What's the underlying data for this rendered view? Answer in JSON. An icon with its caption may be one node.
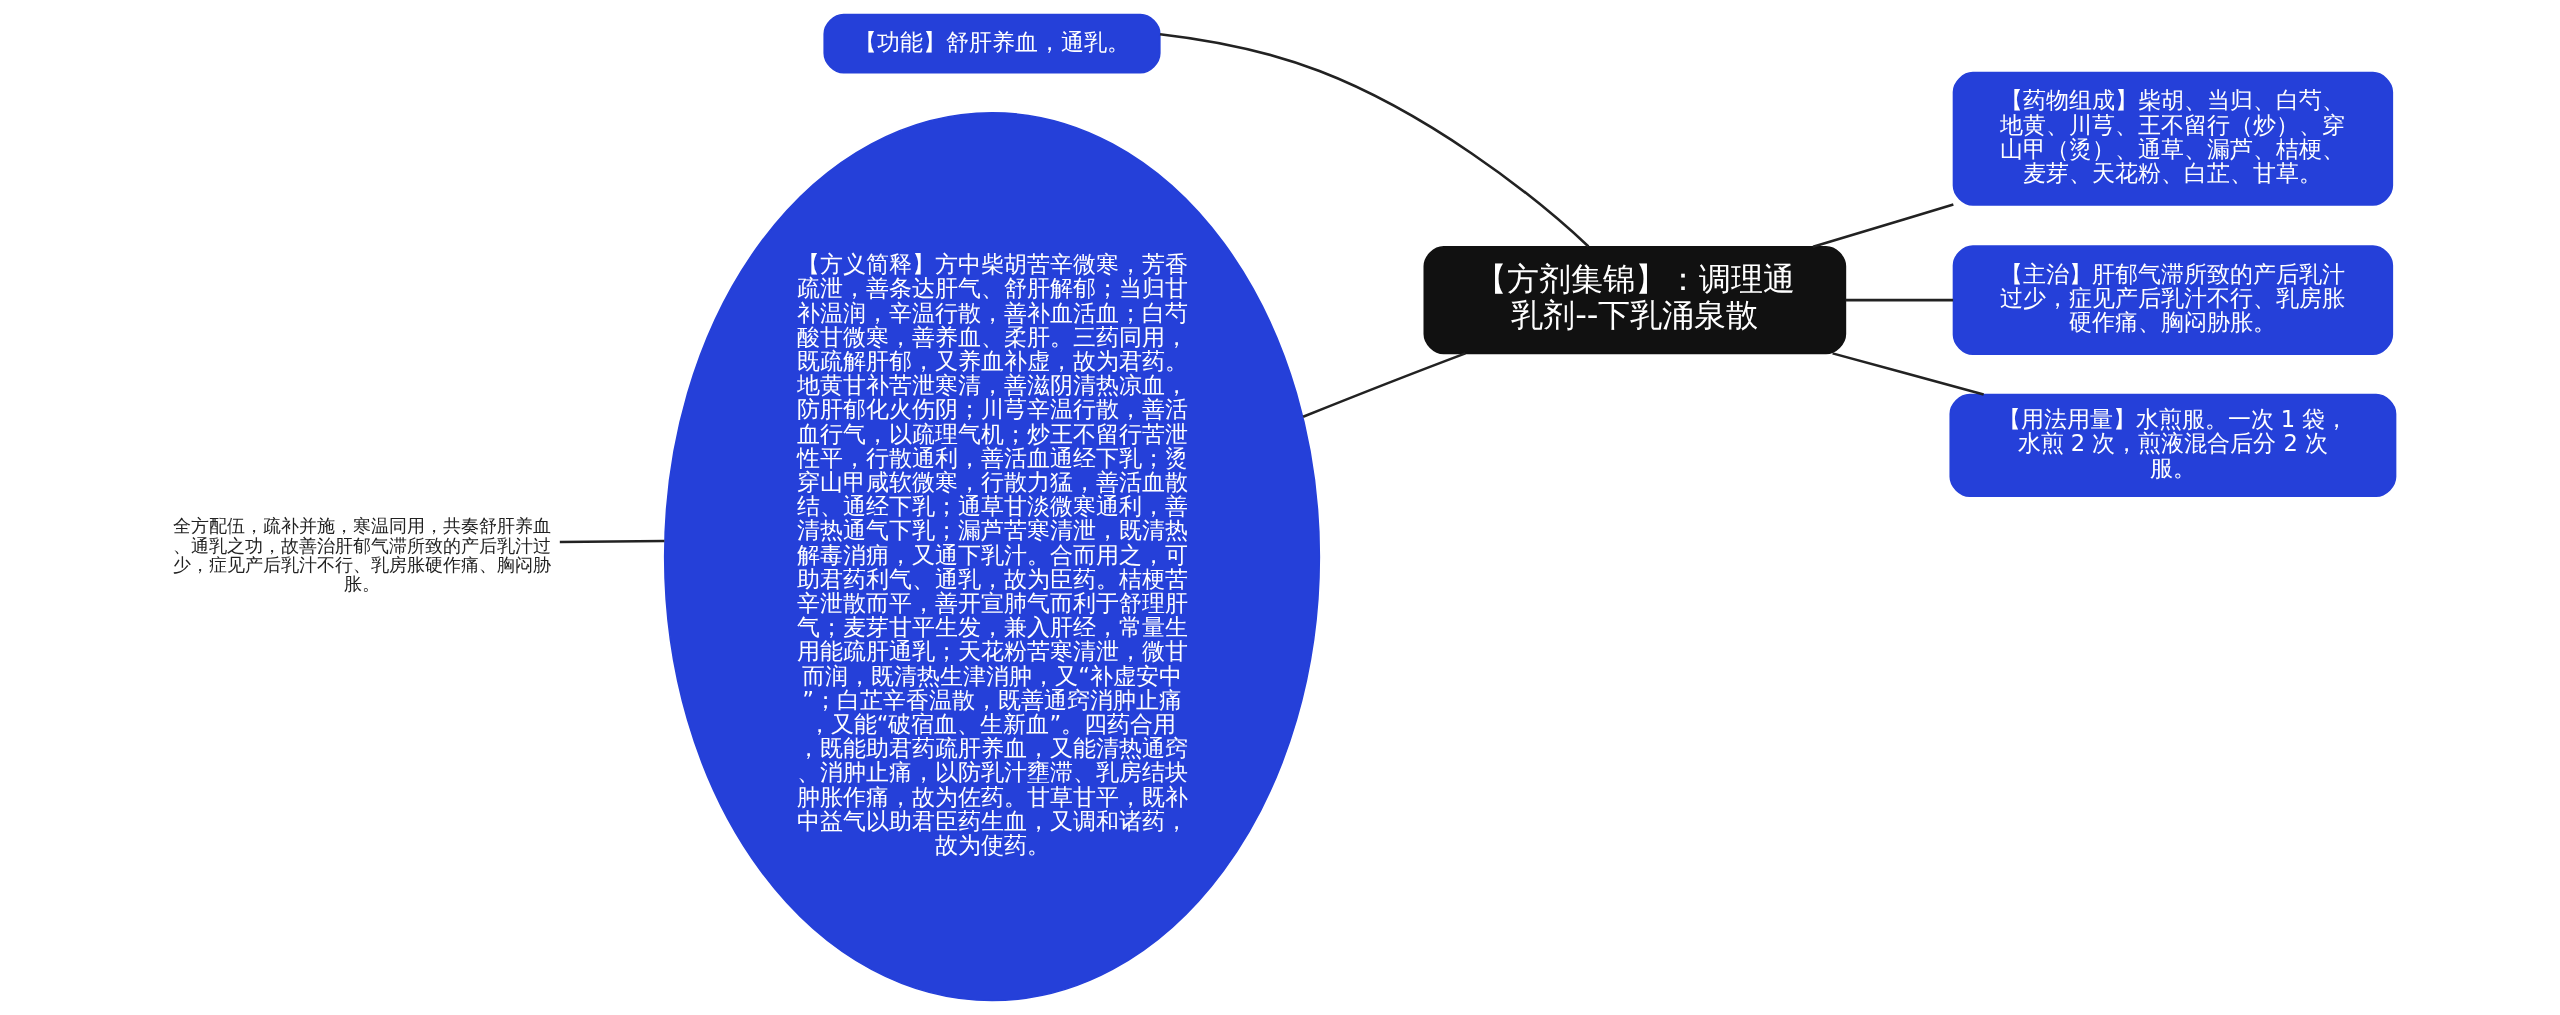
{
  "diagram": {
    "nodes": [
      {
        "text": [
          "【方剂集锦】：调理通乳剂--下乳涌泉散"
        ]
      },
      {
        "text": [
          "【功能】舒肝养血，通乳。"
        ]
      },
      {
        "text": [
          "【药物组成】柴胡、当归、白芍、地黄、川芎、王不留行（炒）、穿山甲（烫）、通草、漏芦、桔梗、麦芽、天花粉、白芷、甘草。"
        ]
      },
      {
        "text": [
          "【主治】肝郁气滞所致的产后乳汁过少，症见产后乳汁不行、乳房胀硬作痛、胸闷胁胀。"
        ]
      },
      {
        "text": [
          "【用法用量】水煎服。一次 1 袋，水煎 2 次，煎液混合后分 2 次服。"
        ]
      },
      {
        "text": [
          "【方义简释】方中柴胡苦辛微寒，芳香疏泄，善条达肝气、舒肝解郁；当归甘补温润，辛温行散，善补血活血；白芍酸甘微寒，善养血、柔肝。三药同用，既疏解肝郁，又养血补虚，故为君药。地黄甘补苦泄寒清，善滋阴清热凉血，防肝郁化火伤阴；川芎辛温行散，善活血行气，以疏理气机；炒王不留行苦泄性平，行散通利，善活血通经下乳；烫穿山甲咸软微寒，行散力猛，善活血散结、通经下乳；通草甘淡微寒通利，善清热通气下乳；漏芦苦寒清泄，既清热解毒消痈，又通下乳汁。合而用之，可助君药利气、通乳，故为臣药。桔梗苦辛泄散而平，善开宣肺气而利于舒理肝气；麦芽甘平生发，兼入肝经，常量生用能疏肝通乳；天花粉苦寒清泄，微甘而润，既清热生津消肿，又“补虚安中”；白芷辛香温散，既善通窍消肿止痛，又能“破宿血、生新血”。四药合用，既能助君药疏肝养血，又能清热通窍、消肿止痛，以防乳汁壅滞、乳房结块肿胀作痛，故为佐药。甘草甘平，既补中益气以助君臣药生血，又调和诸药，故为使药。"
        ]
      },
      {
        "text": [
          "全方配伍，疏补并施，寒温同用，共奏舒肝养血、通乳之功，故善治肝郁气滞所致的产后乳汁过少，症见产后乳汁不行、乳房胀硬作痛、胸闷胁胀。"
        ]
      }
    ],
    "edges": [
      {
        "from": 0,
        "to": 1,
        "arrow": "none"
      },
      {
        "from": 0,
        "to": 2,
        "arrow": "none"
      },
      {
        "from": 0,
        "to": 3,
        "arrow": "none"
      },
      {
        "from": 0,
        "to": 4,
        "arrow": "none"
      },
      {
        "from": 0,
        "to": 5,
        "arrow": "none"
      },
      {
        "from": 5,
        "to": 6,
        "arrow": "none"
      }
    ]
  }
}
